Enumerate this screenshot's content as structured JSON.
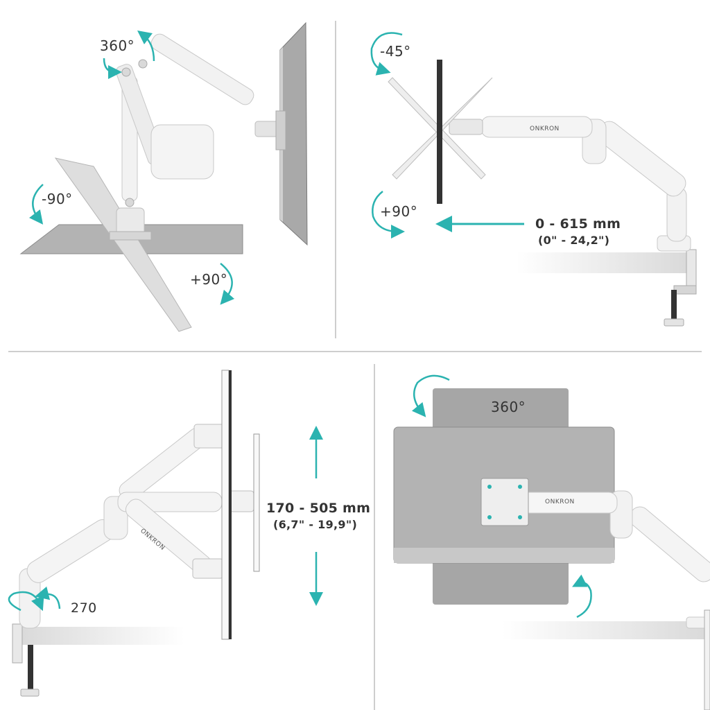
{
  "colors": {
    "accent": "#2bb3b0",
    "panel_dark": "#9b9b9b",
    "panel_light": "#cfcfcf",
    "arm": "#f2f2f2",
    "outline": "#c8c8c8",
    "text": "#333333",
    "divider": "#bdbdbd"
  },
  "brand": "ONKRON",
  "panel_tilt": {
    "swivel_label": "360°",
    "tilt_down_label": "-90°",
    "tilt_up_label": "+90°"
  },
  "panel_extension": {
    "tilt_up_label": "-45°",
    "tilt_down_label": "+90°",
    "reach_label": "0 - 615 mm",
    "reach_label_inch": "(0\" - 24,2\")"
  },
  "panel_height": {
    "swivel_label": "270",
    "height_label": "170 - 505 mm",
    "height_label_inch": "(6,7\" - 19,9\")"
  },
  "panel_rotation": {
    "rotation_label": "360°"
  }
}
